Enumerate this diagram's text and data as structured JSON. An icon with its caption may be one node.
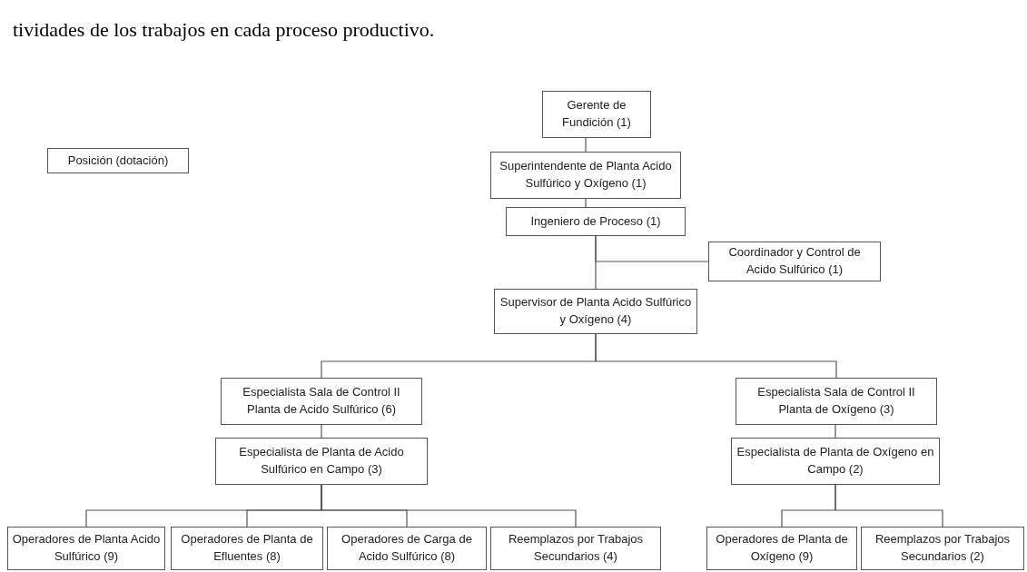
{
  "diagram": {
    "nodes": [
      {
        "text": [
          "Posición (dotación)"
        ]
      },
      {
        "text": [
          "Gerente de Fundición (1)"
        ]
      },
      {
        "text": [
          "Superintendente de Planta Acido Sulfúrico y Oxígeno (1)"
        ]
      },
      {
        "text": [
          "Ingeniero de Proceso (1)"
        ]
      },
      {
        "text": [
          "Coordinador y Control de Acido Sulfúrico (1)"
        ]
      },
      {
        "text": [
          "Supervisor de Planta Acido Sulfúrico y Oxígeno (4)"
        ]
      },
      {
        "text": [
          "Especialista Sala de Control II Planta de Acido Sulfúrico (6)"
        ]
      },
      {
        "text": [
          "Especialista Sala de Control II Planta de Oxígeno (3)"
        ]
      },
      {
        "text": [
          "Especialista de Planta de Acido Sulfúrico en Campo (3)"
        ]
      },
      {
        "text": [
          "Especialista de Planta de Oxígeno en Campo (2)"
        ]
      },
      {
        "text": [
          "Operadores de Planta Acido Sulfúrico (9)"
        ]
      },
      {
        "text": [
          "Operadores de Planta de Efluentes (8)"
        ]
      },
      {
        "text": [
          "Operadores de Carga de Acido Sulfúrico (8)"
        ]
      },
      {
        "text": [
          "Reemplazos por Trabajos Secundarios (4)"
        ]
      },
      {
        "text": [
          "Operadores de Planta de Oxígeno (9)"
        ]
      },
      {
        "text": [
          "Reemplazos por Trabajos Secundarios (2)"
        ]
      }
    ],
    "edges": [
      {
        "from": 1,
        "to": 2,
        "arrow": "none"
      },
      {
        "from": 2,
        "to": 3,
        "arrow": "none"
      },
      {
        "from": 3,
        "to": 5,
        "arrow": "none"
      },
      {
        "from": 3,
        "to": 4,
        "arrow": "none"
      },
      {
        "from": 5,
        "to": 6,
        "arrow": "none"
      },
      {
        "from": 5,
        "to": 7,
        "arrow": "none"
      },
      {
        "from": 6,
        "to": 8,
        "arrow": "none"
      },
      {
        "from": 7,
        "to": 9,
        "arrow": "none"
      },
      {
        "from": 8,
        "to": 10,
        "arrow": "none"
      },
      {
        "from": 8,
        "to": 11,
        "arrow": "none"
      },
      {
        "from": 8,
        "to": 12,
        "arrow": "none"
      },
      {
        "from": 8,
        "to": 13,
        "arrow": "none"
      },
      {
        "from": 9,
        "to": 14,
        "arrow": "none"
      },
      {
        "from": 9,
        "to": 15,
        "arrow": "none"
      }
    ],
    "labels": [
      "tividades de los trabajos en cada proceso productivo."
    ]
  }
}
